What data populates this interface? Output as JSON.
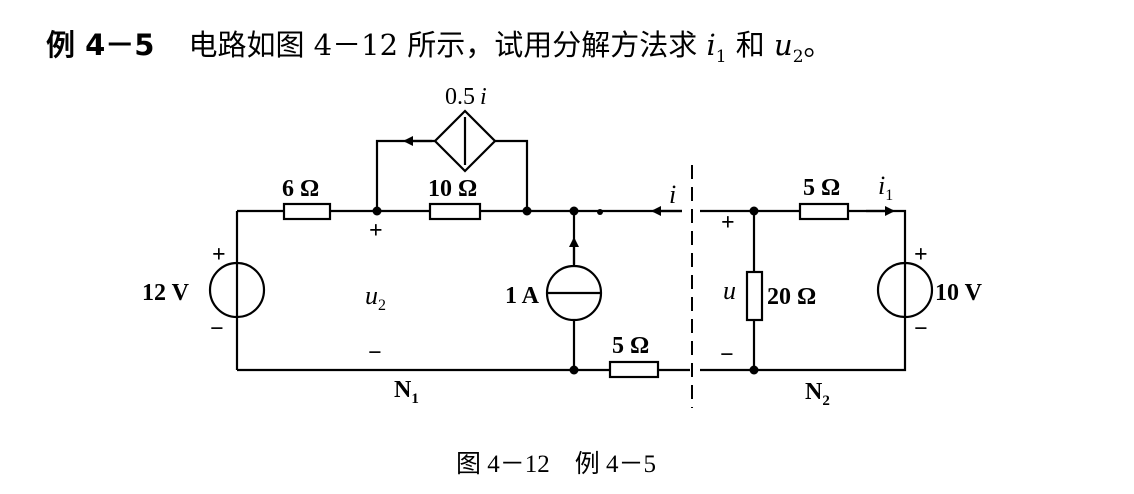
{
  "problem": {
    "number": "例 4－5",
    "stem_before": "电路如图 4－12 所示，试用分解方法求 ",
    "var1": "i",
    "var1_sub": "1",
    "connector": " 和 ",
    "var2": "u",
    "var2_sub": "2",
    "end": "。"
  },
  "figure": {
    "caption": "图 4－12　例 4－5",
    "labels": {
      "dep_gain": "0.5",
      "dep_var": "i",
      "r6": "6 Ω",
      "r10": "10 Ω",
      "r5_top": "5 Ω",
      "r5_bottom": "5 Ω",
      "r20": "20 Ω",
      "v12": "12 V",
      "v10": "10 V",
      "i_source": "1 A",
      "i_label": "i",
      "i1_var": "i",
      "i1_sub": "1",
      "u_label": "u",
      "u2_var": "u",
      "u2_sub": "2",
      "n1_main": "N",
      "n1_sub": "1",
      "n2_main": "N",
      "n2_sub": "2",
      "plus": "+",
      "minus": "−"
    }
  }
}
